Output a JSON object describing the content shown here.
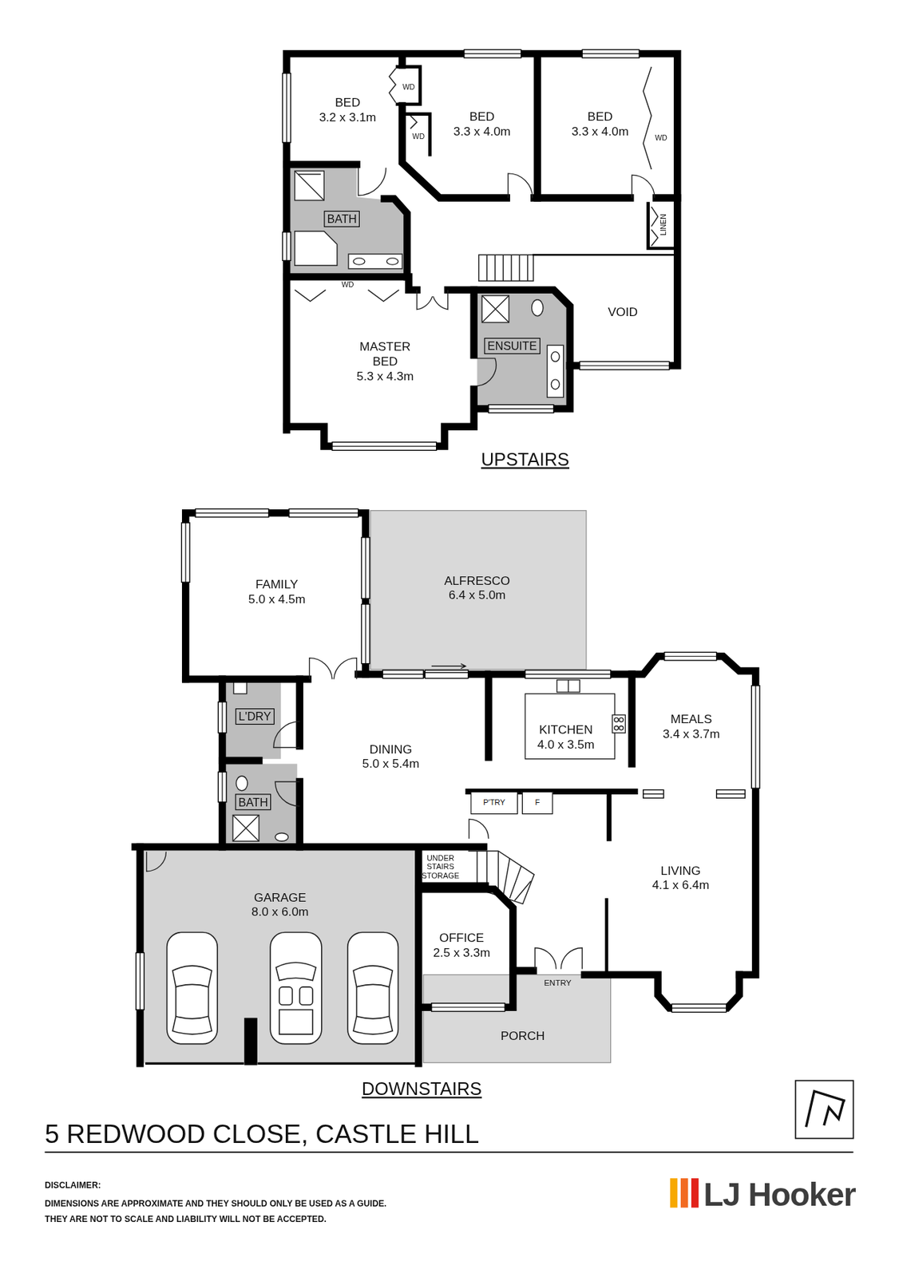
{
  "diagram": {
    "title": "5 REDWOOD CLOSE, CASTLE HILL",
    "nodes": [
      {
        "text": [
          "BED",
          "3.2 x 3.1m"
        ]
      },
      {
        "text": [
          "BED",
          "3.3 x 4.0m"
        ]
      },
      {
        "text": [
          "BED",
          "3.3 x 4.0m"
        ]
      },
      {
        "text": [
          "BATH"
        ]
      },
      {
        "text": [
          "MASTER BED",
          "5.3 x 4.3m"
        ]
      },
      {
        "text": [
          "ENSUITE"
        ]
      },
      {
        "text": [
          "VOID"
        ]
      },
      {
        "text": [
          "FAMILY",
          "5.0 x 4.5m"
        ]
      },
      {
        "text": [
          "ALFRESCO",
          "6.4 x 5.0m"
        ]
      },
      {
        "text": [
          "L'DRY"
        ]
      },
      {
        "text": [
          "DINING",
          "5.0 x 5.4m"
        ]
      },
      {
        "text": [
          "KITCHEN",
          "4.0 x 3.5m"
        ]
      },
      {
        "text": [
          "MEALS",
          "3.4 x 3.7m"
        ]
      },
      {
        "text": [
          "BATH"
        ]
      },
      {
        "text": [
          "P'TRY"
        ]
      },
      {
        "text": [
          "F"
        ]
      },
      {
        "text": [
          "LIVING",
          "4.1 x 6.4m"
        ]
      },
      {
        "text": [
          "UNDER STAIRS STORAGE"
        ]
      },
      {
        "text": [
          "GARAGE",
          "8.0 x 6.0m"
        ]
      },
      {
        "text": [
          "OFFICE",
          "2.5 x 3.3m"
        ]
      },
      {
        "text": [
          "PORCH"
        ]
      }
    ],
    "labels": [
      "WD",
      "WD",
      "WD",
      "WD",
      "LINEN",
      "UPSTAIRS",
      "ENTRY",
      "DOWNSTAIRS",
      "DISCLAIMER:",
      "DIMENSIONS ARE APPROXIMATE AND THEY SHOULD ONLY BE USED AS A GUIDE.",
      "THEY ARE NOT TO SCALE AND LIABILITY WILL NOT BE ACCEPTED.",
      "LJ Hooker"
    ]
  }
}
